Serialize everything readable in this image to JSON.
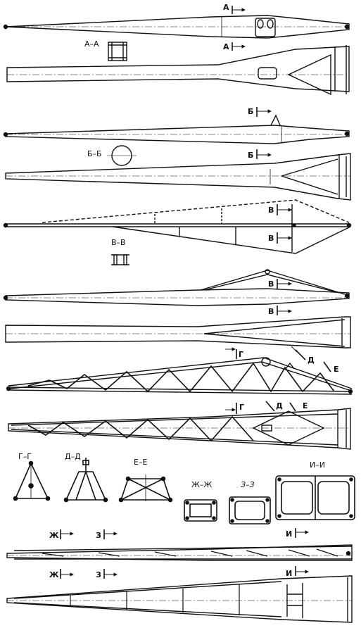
{
  "section_labels": {
    "a_a": "А–А",
    "b_b": "Б–Б",
    "v_v": "В–В",
    "g_g": "Г–Г",
    "d_d": "Д–Д",
    "e_e": "Е–Е",
    "zh_zh": "Ж–Ж",
    "z_z": "З–З",
    "i_i": "И–И"
  },
  "cut_letters": {
    "a": "А",
    "b": "Б",
    "v": "В",
    "g": "Г",
    "d": "Д",
    "e": "Е",
    "zh": "Ж",
    "z": "З",
    "i": "И"
  }
}
